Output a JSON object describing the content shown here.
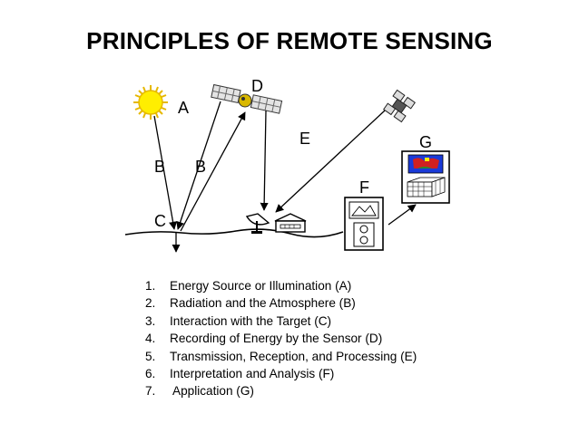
{
  "title": "PRINCIPLES OF REMOTE SENSING",
  "labels": {
    "a": "A",
    "b1": "B",
    "b2": "B",
    "c": "C",
    "d": "D",
    "e": "E",
    "f": "F",
    "g": "G"
  },
  "icons": {
    "sun": "sun-icon",
    "satellite": "satellite-icon",
    "satellite2": "satellite-icon",
    "dish": "antenna-dish-icon",
    "station": "ground-station-icon",
    "computer": "computer-tower-icon",
    "display": "image-display-icon"
  },
  "colors": {
    "sun_fill": "#ffee00",
    "sun_stroke": "#e6b800",
    "red": "#d02020",
    "blue": "#1a3ad8",
    "green": "#2a8a2a"
  },
  "steps": [
    {
      "num": "1.",
      "text": "Energy Source or Illumination (A)"
    },
    {
      "num": "2.",
      "text": "Radiation and the Atmosphere (B)"
    },
    {
      "num": "3.",
      "text": "Interaction with the Target (C)"
    },
    {
      "num": "4.",
      "text": "Recording of Energy by the Sensor (D)"
    },
    {
      "num": "5.",
      "text": "Transmission, Reception, and Processing (E)"
    },
    {
      "num": "6.",
      "text": "Interpretation and Analysis (F)"
    },
    {
      "num": "7.",
      "text": " Application (G)"
    }
  ]
}
